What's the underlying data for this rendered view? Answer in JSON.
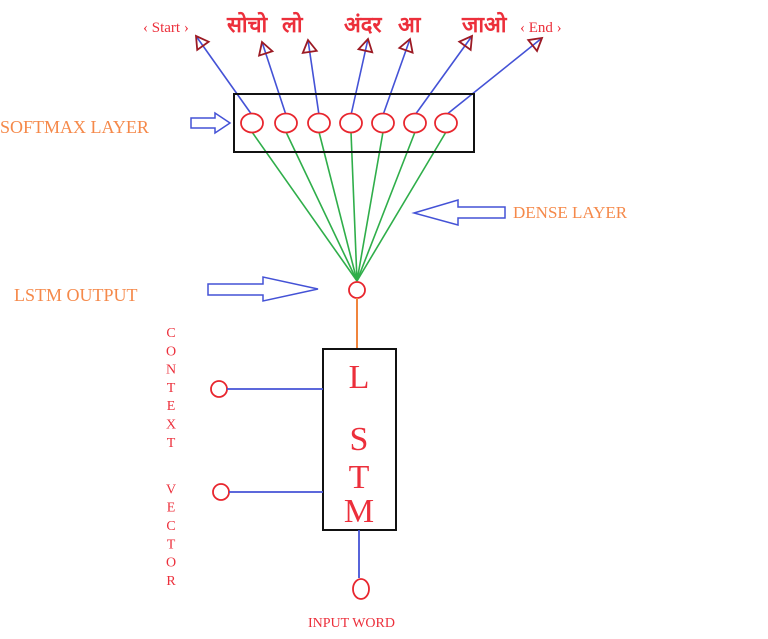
{
  "title": "LSTM decoder with dense softmax output",
  "colors": {
    "label_orange": "#f5894a",
    "label_red": "#ec2f3b",
    "node_red": "#e8262e",
    "blue_line": "#4452d6",
    "green_line": "#2fae4a",
    "orange_line": "#f0843c",
    "arrowhead": "#9c1a24",
    "box_border": "#111111"
  },
  "output_tokens": [
    "‹ Start ›",
    "सोचो",
    "लो",
    "अंदर",
    "आ",
    "जाओ",
    "‹ End ›"
  ],
  "labels": {
    "softmax_layer": "SOFTMAX LAYER",
    "dense_layer": "DENSE LAYER",
    "lstm_output": "LSTM OUTPUT",
    "context_vector_letters": [
      "C",
      "O",
      "N",
      "T",
      "E",
      "X",
      "T",
      "",
      "V",
      "E",
      "C",
      "T",
      "O",
      "R"
    ],
    "input_word": "INPUT WORD",
    "lstm_letters": [
      "L",
      "S",
      "T",
      "M"
    ]
  },
  "softmax_node_count": 7
}
